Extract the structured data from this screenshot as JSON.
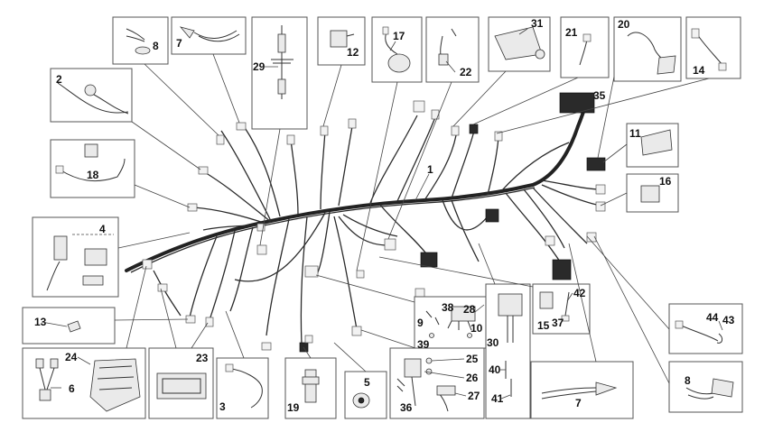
{
  "main_harness_label": "1",
  "callouts": [
    {
      "id": "c2",
      "num": "2"
    },
    {
      "id": "c3",
      "num": "3"
    },
    {
      "id": "c4",
      "num": "4"
    },
    {
      "id": "c5",
      "num": "5"
    },
    {
      "id": "c6",
      "num": "6"
    },
    {
      "id": "c7a",
      "num": "7"
    },
    {
      "id": "c7b",
      "num": "7"
    },
    {
      "id": "c8a",
      "num": "8"
    },
    {
      "id": "c8b",
      "num": "8"
    },
    {
      "id": "c9",
      "num": "9"
    },
    {
      "id": "c10",
      "num": "10"
    },
    {
      "id": "c11",
      "num": "11"
    },
    {
      "id": "c12",
      "num": "12"
    },
    {
      "id": "c13",
      "num": "13"
    },
    {
      "id": "c14",
      "num": "14"
    },
    {
      "id": "c15",
      "num": "15"
    },
    {
      "id": "c16",
      "num": "16"
    },
    {
      "id": "c17",
      "num": "17"
    },
    {
      "id": "c18",
      "num": "18"
    },
    {
      "id": "c19",
      "num": "19"
    },
    {
      "id": "c20",
      "num": "20"
    },
    {
      "id": "c21",
      "num": "21"
    },
    {
      "id": "c22",
      "num": "22"
    },
    {
      "id": "c23",
      "num": "23"
    },
    {
      "id": "c24",
      "num": "24"
    },
    {
      "id": "c25",
      "num": "25"
    },
    {
      "id": "c26",
      "num": "26"
    },
    {
      "id": "c27",
      "num": "27"
    },
    {
      "id": "c28",
      "num": "28"
    },
    {
      "id": "c29",
      "num": "29"
    },
    {
      "id": "c30",
      "num": "30"
    },
    {
      "id": "c31",
      "num": "31"
    },
    {
      "id": "c35",
      "num": "35"
    },
    {
      "id": "c36",
      "num": "36"
    },
    {
      "id": "c37",
      "num": "37"
    },
    {
      "id": "c38",
      "num": "38"
    },
    {
      "id": "c39",
      "num": "39"
    },
    {
      "id": "c40",
      "num": "40"
    },
    {
      "id": "c41",
      "num": "41"
    },
    {
      "id": "c42",
      "num": "42"
    },
    {
      "id": "c43",
      "num": "43"
    },
    {
      "id": "c44",
      "num": "44"
    }
  ]
}
